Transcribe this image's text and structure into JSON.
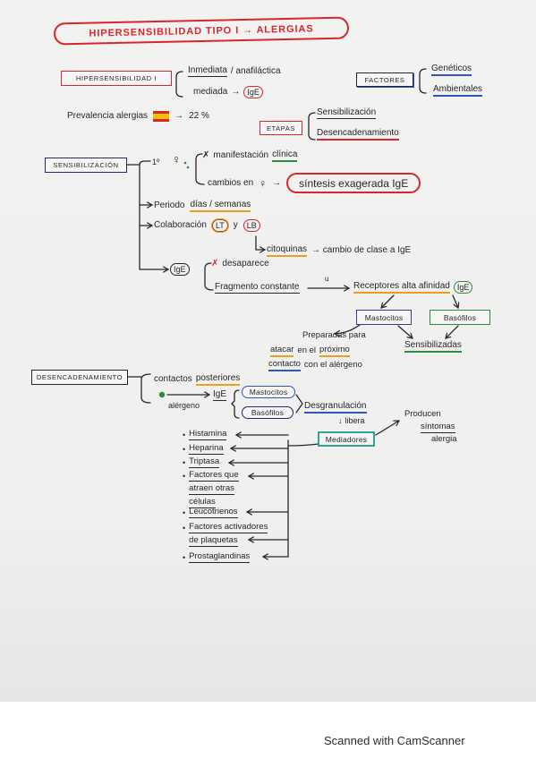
{
  "title": "HIPERSENSIBILIDAD TIPO I → ALERGIAS",
  "colors": {
    "ink": "#26262e",
    "red": "#d8262e",
    "orange": "#e8a020",
    "green": "#2e8b3e",
    "blue": "#2f55b8",
    "navy": "#1f2a66",
    "purple": "#3c3a8a",
    "teal": "#2fa594",
    "yellow": "#f2c200",
    "paper": "#f2f2f1"
  },
  "hipersensibilidad": {
    "box": "HIPERSENSIBILIDAD I",
    "inmediata": "Inmediata",
    "anafilactica": "/ anafiláctica",
    "mediada": "mediada",
    "arrow": "→",
    "ige": "IgE"
  },
  "factores": {
    "box": "FACTORES",
    "items": [
      "Genéticos",
      "Ambientales"
    ]
  },
  "prevalencia": {
    "label": "Prevalencia alergias",
    "flag_icon": "spain-flag",
    "arrow": "→",
    "value": "22 %"
  },
  "etapas": {
    "box": "ETAPAS",
    "items": [
      "Sensibilización",
      "Desencadenamiento"
    ]
  },
  "sensibilizacion": {
    "box": "SENSIBILIZACIÓN",
    "first": {
      "ordinal": "1º",
      "person_symbol": "♀",
      "cross": "✗",
      "manifestacion": "manifestación",
      "clinica": "clínica",
      "cambios": "cambios en",
      "arrow": "→",
      "sintesis": "síntesis exagerada IgE"
    },
    "periodo": {
      "label": "Periodo",
      "value": "días / semanas"
    },
    "colaboracion": {
      "label": "Colaboración",
      "lt": "LT",
      "y": "y",
      "lb": "LB",
      "citoquinas": "citoquinas",
      "cambio": "→ cambio de clase a IgE"
    },
    "ige": {
      "label": "IgE",
      "cross": "✗",
      "desaparece": "desaparece",
      "fragmento": "Fragmento constante",
      "arrow_mark": "u",
      "receptores": "Receptores alta afinidad",
      "receptores_ige": "IgE"
    },
    "celulas": [
      "Mastocitos",
      "Basófilos"
    ],
    "preparadas": {
      "line1": "Preparadas para",
      "atacar": "atacar",
      "en_el": "en el",
      "proximo": "próximo",
      "contacto": "contacto",
      "con_el": "con el alérgeno"
    },
    "sensibilizadas": "Sensibilizadas"
  },
  "desencadenamiento": {
    "box": "DESENCADENAMIENTO",
    "contactos": "contactos",
    "posteriores": "posteriores",
    "alergeno": "alérgeno",
    "ige": "IgE",
    "celulas": [
      "Mastocitos",
      "Basófilos"
    ],
    "desgranulacion": "Desgranulación",
    "libera_arrow": "↓",
    "libera": "libera",
    "mediadores": "Mediadores",
    "producen": [
      "Producen",
      "síntomas",
      "alergia"
    ],
    "bullet": "•",
    "mediadores_list": [
      {
        "lines": [
          "Histamina"
        ]
      },
      {
        "lines": [
          "Heparina"
        ]
      },
      {
        "lines": [
          "Triptasa"
        ]
      },
      {
        "lines": [
          "Factores que",
          "atraen otras",
          "células"
        ]
      },
      {
        "lines": [
          "Leucotrienos"
        ]
      },
      {
        "lines": [
          "Factores activadores",
          "de plaquetas"
        ]
      },
      {
        "lines": [
          "Prostaglandinas"
        ]
      }
    ]
  },
  "footer": "Scanned with CamScanner"
}
